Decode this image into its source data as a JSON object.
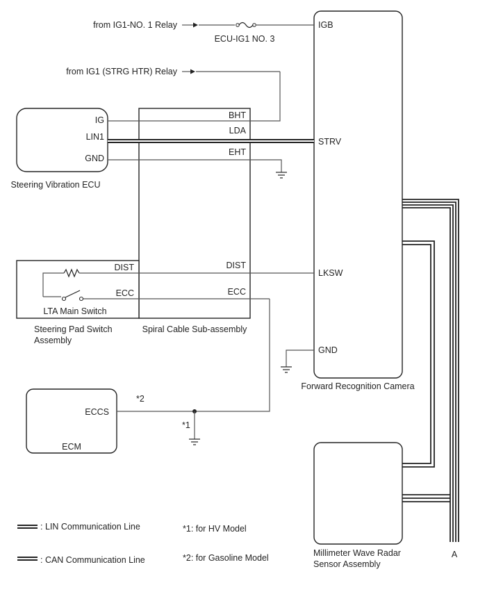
{
  "sources": {
    "ig1_no1_relay": "from IG1-NO. 1 Relay",
    "ig1_strg_htr_relay": "from IG1 (STRG HTR) Relay"
  },
  "fuse": {
    "label": "ECU-IG1 NO. 3"
  },
  "steering_vibration_ecu": {
    "name": "Steering Vibration ECU",
    "pins": [
      "IG",
      "LIN1",
      "GND"
    ]
  },
  "spiral_cable": {
    "name": "Spiral Cable Sub-assembly",
    "pins": [
      "BHT",
      "LDA",
      "EHT",
      "DIST",
      "ECC"
    ]
  },
  "steering_pad_switch": {
    "name": "Steering Pad Switch Assembly",
    "name_lines": [
      "Steering Pad Switch",
      "Assembly"
    ],
    "pins": [
      "DIST",
      "ECC"
    ],
    "switch_label": "LTA Main Switch"
  },
  "forward_camera": {
    "name": "Forward Recognition Camera",
    "pins": [
      "IGB",
      "STRV",
      "LKSW",
      "GND"
    ]
  },
  "ecm": {
    "name": "ECM",
    "pin": "ECCS"
  },
  "markers": {
    "m1": "*1",
    "m2": "*2"
  },
  "radar": {
    "name": "Millimeter Wave Radar Sensor Assembly",
    "name_lines": [
      "Millimeter Wave Radar",
      "Sensor Assembly"
    ]
  },
  "connector_a": "A",
  "legend": {
    "lin": ": LIN Communication Line",
    "can": ": CAN Communication Line"
  },
  "notes": {
    "n1": "*1: for HV Model",
    "n2": "*2: for Gasoline Model"
  }
}
